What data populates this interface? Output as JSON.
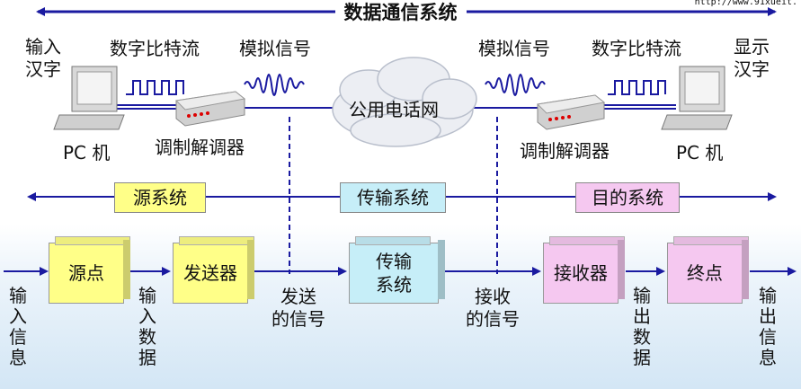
{
  "title": "数据通信系统",
  "watermark": "http://www.91xueit.",
  "top": {
    "input_chars": [
      "输入",
      "汉字"
    ],
    "display_chars": [
      "显示",
      "汉字"
    ],
    "bitstream_left": "数字比特流",
    "bitstream_right": "数字比特流",
    "analog_left": "模拟信号",
    "analog_right": "模拟信号",
    "network": "公用电话网",
    "pc_left": "PC 机",
    "pc_right": "PC 机",
    "modem_left": "调制解调器",
    "modem_right": "调制解调器"
  },
  "systems": {
    "source": "源系统",
    "transmission": "传输系统",
    "destination": "目的系统"
  },
  "flow": {
    "source_node": "源点",
    "sender": "发送器",
    "transmit_system": [
      "传输",
      "系统"
    ],
    "receiver": "接收器",
    "sink": "终点",
    "input_info": [
      "输",
      "入",
      "信",
      "息"
    ],
    "input_data": [
      "输",
      "入",
      "数",
      "据"
    ],
    "sent_signal": [
      "发送",
      "的信号"
    ],
    "received_signal": [
      "接收",
      "的信号"
    ],
    "output_data": [
      "输",
      "出",
      "数",
      "据"
    ],
    "output_info": [
      "输",
      "出",
      "信",
      "息"
    ]
  },
  "colors": {
    "line": "#1a1aa0",
    "source": "#ffff88",
    "transmission": "#c6eef8",
    "destination": "#f5c8f0"
  }
}
